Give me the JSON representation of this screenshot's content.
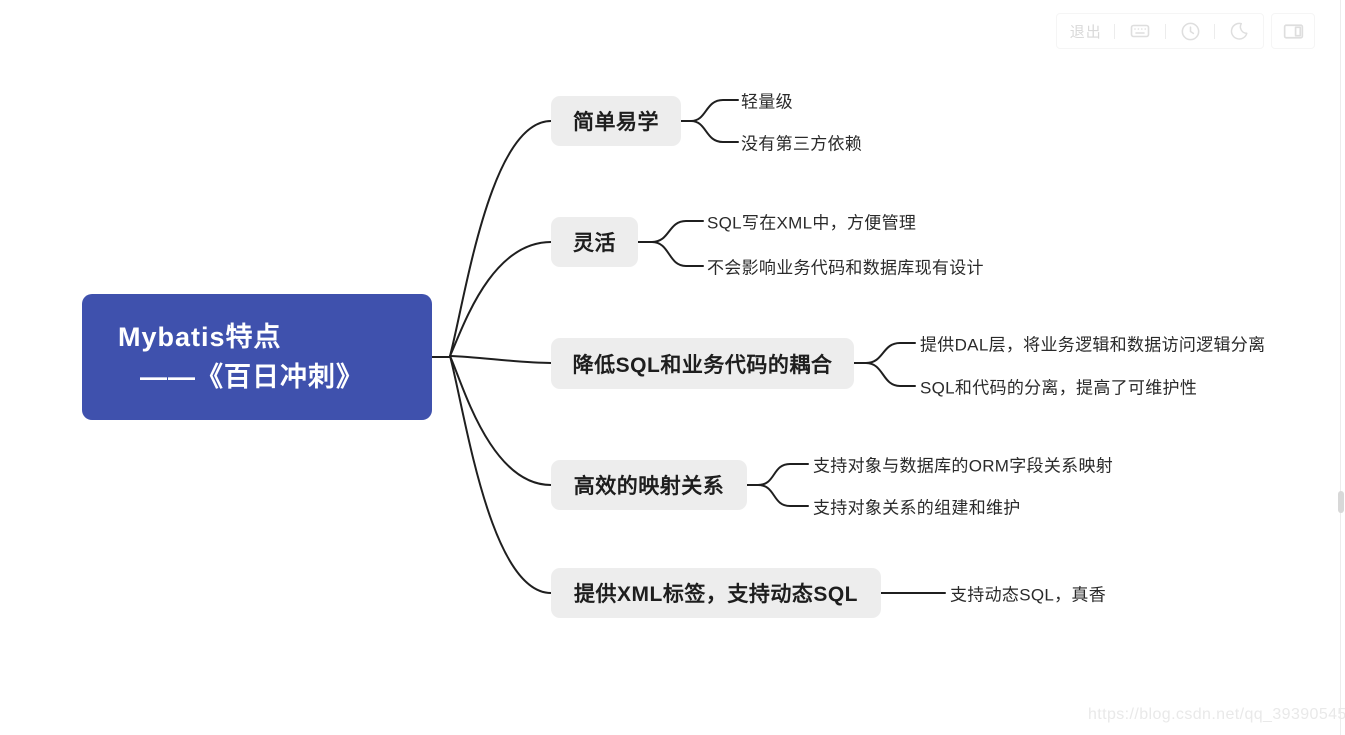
{
  "toolbar": {
    "exit_label": "退出",
    "icons": [
      "keyboard-icon",
      "clock-icon",
      "moon-icon",
      "sidebar-toggle-icon"
    ]
  },
  "mindmap": {
    "root": {
      "title_line1": "Mybatis特点",
      "title_line2": "——《百日冲刺》"
    },
    "branches": [
      {
        "label": "简单易学",
        "children": [
          "轻量级",
          "没有第三方依赖"
        ]
      },
      {
        "label": "灵活",
        "children": [
          "SQL写在XML中，方便管理",
          "不会影响业务代码和数据库现有设计"
        ]
      },
      {
        "label": "降低SQL和业务代码的耦合",
        "children": [
          "提供DAL层，将业务逻辑和数据访问逻辑分离",
          "SQL和代码的分离，提高了可维护性"
        ]
      },
      {
        "label": "高效的映射关系",
        "children": [
          "支持对象与数据库的ORM字段关系映射",
          "支持对象关系的组建和维护"
        ]
      },
      {
        "label": "提供XML标签，支持动态SQL",
        "children": [
          "支持动态SQL，真香"
        ]
      }
    ]
  },
  "watermark": "https://blog.csdn.net/qq_39390545",
  "colors": {
    "root_bg": "#3f51ad",
    "root_text": "#ffffff",
    "branch_bg": "#ededed",
    "branch_text": "#1e1e1e",
    "connector": "#1f1f1f",
    "toolbar_gray": "#dcdcdc"
  }
}
